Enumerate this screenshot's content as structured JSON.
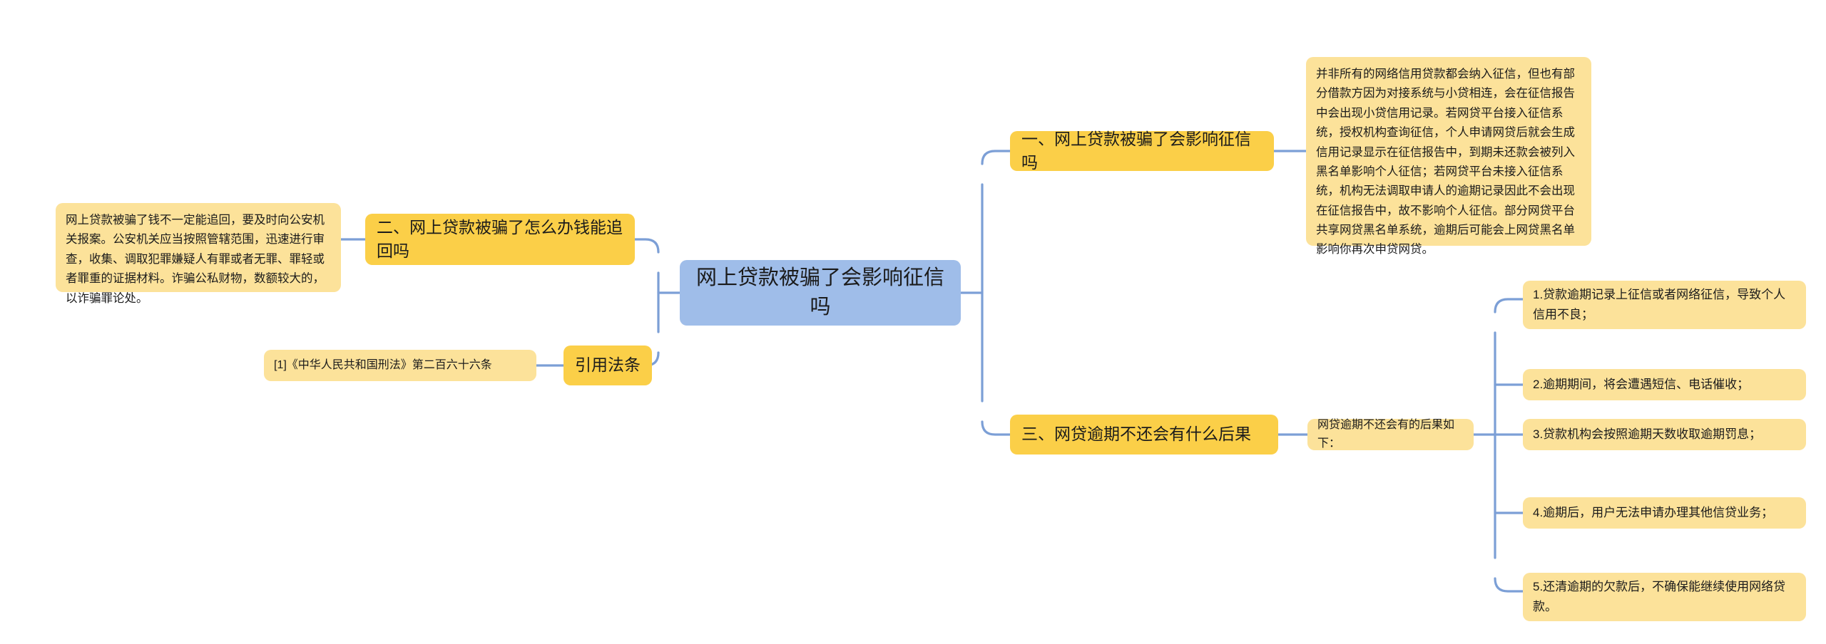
{
  "theme": {
    "background": "#ffffff",
    "root_fill": "#9fbde9",
    "branch_fill": "#fbcf48",
    "leaf_fill": "#fce29a",
    "connector": "#7c9fd6",
    "text": "#1b1b1b"
  },
  "mindmap": {
    "root": {
      "label": "网上贷款被骗了会影响征信吗"
    },
    "right_branches": [
      {
        "label": "一、网上贷款被骗了会影响征信吗",
        "children": [
          {
            "label": "并非所有的网络信用贷款都会纳入征信，但也有部分借款方因为对接系统与小贷相连，会在征信报告中会出现小贷信用记录。若网贷平台接入征信系统，授权机构查询征信，个人申请网贷后就会生成信用记录显示在征信报告中，到期未还款会被列入黑名单影响个人征信；若网贷平台未接入征信系统，机构无法调取申请人的逾期记录因此不会出现在征信报告中，故不影响个人征信。部分网贷平台共享网贷黑名单系统，逾期后可能会上网贷黑名单影响你再次申贷网贷。"
          }
        ]
      },
      {
        "label": "三、网贷逾期不还会有什么后果",
        "children": [
          {
            "label": "网贷逾期不还会有的后果如下：",
            "children": [
              {
                "label": "1.贷款逾期记录上征信或者网络征信，导致个人信用不良；"
              },
              {
                "label": "2.逾期期间，将会遭遇短信、电话催收；"
              },
              {
                "label": "3.贷款机构会按照逾期天数收取逾期罚息；"
              },
              {
                "label": "4.逾期后，用户无法申请办理其他信贷业务；"
              },
              {
                "label": "5.还清逾期的欠款后，不确保能继续使用网络贷款。"
              }
            ]
          }
        ]
      }
    ],
    "left_branches": [
      {
        "label": "二、网上贷款被骗了怎么办钱能追回吗",
        "children": [
          {
            "label": "网上贷款被骗了钱不一定能追回，要及时向公安机关报案。公安机关应当按照管辖范围，迅速进行审查，收集、调取犯罪嫌疑人有罪或者无罪、罪轻或者罪重的证据材料。诈骗公私财物，数额较大的，以诈骗罪论处。"
          }
        ]
      },
      {
        "label": "引用法条",
        "children": [
          {
            "label": "[1]《中华人民共和国刑法》第二百六十六条"
          }
        ]
      }
    ]
  }
}
